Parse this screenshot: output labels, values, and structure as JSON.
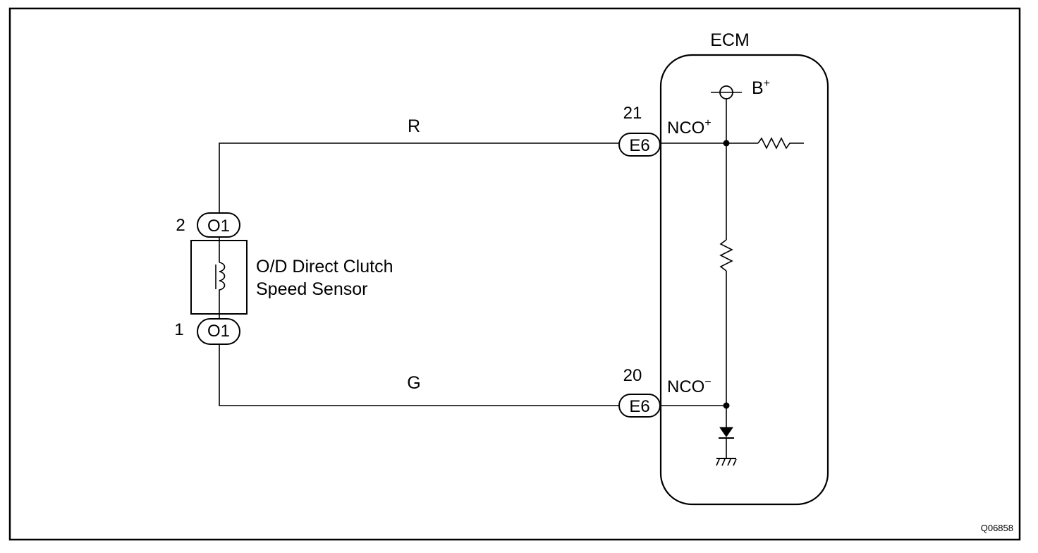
{
  "ecm": {
    "title": "ECM",
    "b_plus": "B",
    "b_plus_sup": "+"
  },
  "wires": {
    "red": "R",
    "green": "G"
  },
  "pins": {
    "ecm_top_number": "21",
    "ecm_top_connector": "E6",
    "ecm_bottom_number": "20",
    "ecm_bottom_connector": "E6",
    "sensor_top_number": "2",
    "sensor_top_connector": "O1",
    "sensor_bottom_number": "1",
    "sensor_bottom_connector": "O1"
  },
  "signals": {
    "nco_plus": "NCO",
    "nco_plus_sup": "+",
    "nco_minus": "NCO",
    "nco_minus_sup": "−"
  },
  "sensor": {
    "line1": "O/D Direct Clutch",
    "line2": "Speed Sensor"
  },
  "figure_code": "Q06858"
}
